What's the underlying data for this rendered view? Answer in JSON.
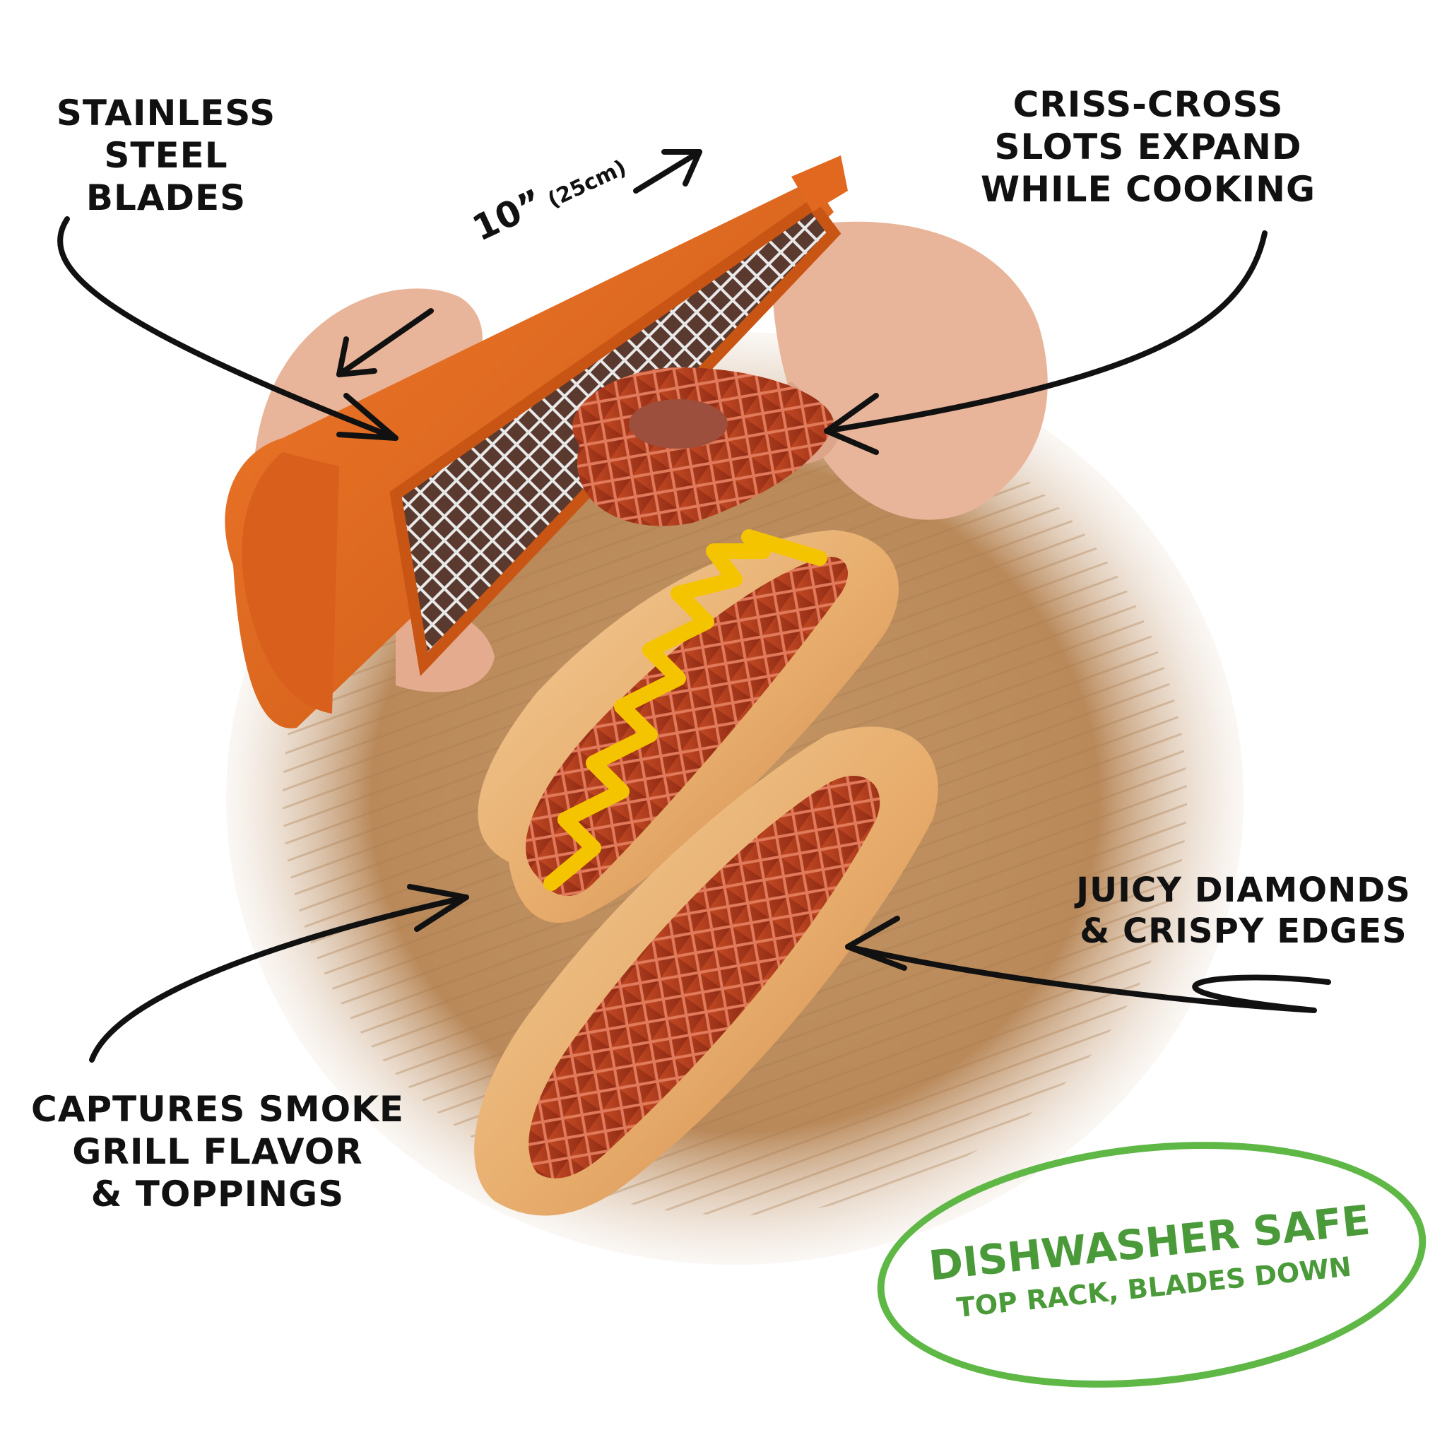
{
  "size_label": {
    "main": "10”",
    "metric": "(25cm)"
  },
  "labels": {
    "blades": [
      "STAINLESS",
      "STEEL",
      "BLADES"
    ],
    "slots": [
      "CRISS-CROSS",
      "SLOTS EXPAND",
      "WHILE COOKING"
    ],
    "smoke": [
      "CAPTURES SMOKE",
      "GRILL FLAVOR",
      "& TOPPINGS"
    ],
    "diamonds": [
      "JUICY DIAMONDS",
      "& CRISPY EDGES"
    ]
  },
  "badge": {
    "title": "DISHWASHER SAFE",
    "subtitle": "TOP RACK, BLADES DOWN"
  },
  "colors": {
    "tool_orange": "#e2681f",
    "badge_green": "#5fb846",
    "board_wood": "#c79b68",
    "sausage": "#b23a1e",
    "mustard": "#f5c400",
    "bun": "#e9b47a"
  }
}
